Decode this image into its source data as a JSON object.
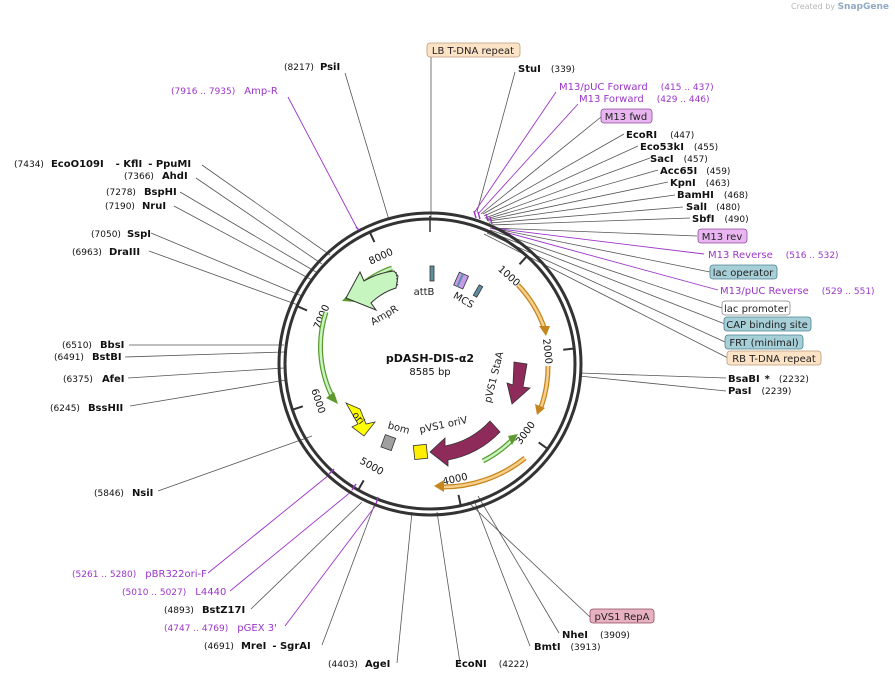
{
  "credit": {
    "prefix": "Created by",
    "brand": "SnapGene"
  },
  "map": {
    "name": "pDASH-DIS-α2",
    "size": "8585 bp",
    "total": 8585,
    "ticks": [
      {
        "bp": 1000,
        "label": "1000"
      },
      {
        "bp": 2000,
        "label": "2000"
      },
      {
        "bp": 3000,
        "label": "3000"
      },
      {
        "bp": 4000,
        "label": "4000"
      },
      {
        "bp": 5000,
        "label": "5000"
      },
      {
        "bp": 6000,
        "label": "6000"
      },
      {
        "bp": 7000,
        "label": "7000"
      },
      {
        "bp": 8000,
        "label": "8000"
      }
    ]
  },
  "enzymes": [
    {
      "id": "psii",
      "name": "PsiI",
      "pos": "(8217)",
      "side": "left"
    },
    {
      "id": "stui",
      "name": "StuI",
      "pos": "(339)",
      "side": "right"
    },
    {
      "id": "ecori",
      "name": "EcoRI",
      "pos": "(447)",
      "side": "right"
    },
    {
      "id": "eco53ki",
      "name": "Eco53kI",
      "pos": "(455)",
      "side": "right"
    },
    {
      "id": "saci",
      "name": "SacI",
      "pos": "(457)",
      "side": "right"
    },
    {
      "id": "acc65i",
      "name": "Acc65I",
      "pos": "(459)",
      "side": "right"
    },
    {
      "id": "kpni",
      "name": "KpnI",
      "pos": "(463)",
      "side": "right"
    },
    {
      "id": "bamhi",
      "name": "BamHI",
      "pos": "(468)",
      "side": "right"
    },
    {
      "id": "sali",
      "name": "SalI",
      "pos": "(480)",
      "side": "right"
    },
    {
      "id": "sbfi",
      "name": "SbfI",
      "pos": "(490)",
      "side": "right"
    },
    {
      "id": "bsabi",
      "name": "BsaBI",
      "star": "*",
      "pos": "(2232)",
      "side": "right"
    },
    {
      "id": "pasi",
      "name": "PasI",
      "pos": "(2239)",
      "side": "right"
    },
    {
      "id": "nhei",
      "name": "NheI",
      "pos": "(3909)",
      "side": "right"
    },
    {
      "id": "bmti",
      "name": "BmtI",
      "pos": "(3913)",
      "side": "right"
    },
    {
      "id": "econi",
      "name": "EcoNI",
      "pos": "(4222)",
      "side": "right"
    },
    {
      "id": "agei",
      "name": "AgeI",
      "pos": "(4403)",
      "side": "left"
    },
    {
      "id": "srgai",
      "name": "MreI",
      "extra": "- SgrAI",
      "pos": "(4691)",
      "side": "left"
    },
    {
      "id": "bstz17i",
      "name": "BstZ17I",
      "pos": "(4893)",
      "side": "left"
    },
    {
      "id": "nsii",
      "name": "NsiI",
      "pos": "(5846)",
      "side": "left"
    },
    {
      "id": "bsshii",
      "name": "BssHII",
      "pos": "(6245)",
      "side": "left"
    },
    {
      "id": "afei",
      "name": "AfeI",
      "pos": "(6375)",
      "side": "left"
    },
    {
      "id": "bstbi",
      "name": "BstBI",
      "pos": "(6491)",
      "side": "left"
    },
    {
      "id": "bbsi",
      "name": "BbsI",
      "pos": "(6510)",
      "side": "left"
    },
    {
      "id": "draiii",
      "name": "DraIII",
      "pos": "(6963)",
      "side": "left"
    },
    {
      "id": "sspi",
      "name": "SspI",
      "pos": "(7050)",
      "side": "left"
    },
    {
      "id": "nrui",
      "name": "NruI",
      "pos": "(7190)",
      "side": "left"
    },
    {
      "id": "bsphi",
      "name": "BspHI",
      "pos": "(7278)",
      "side": "left"
    },
    {
      "id": "ahdi",
      "name": "AhdI",
      "pos": "(7366)",
      "side": "left"
    },
    {
      "id": "eco0109i",
      "name": "EcoO109I",
      "extra": "- KflI",
      "extra2": "- PpuMI",
      "pos": "(7434)",
      "side": "left"
    }
  ],
  "primers": [
    {
      "id": "ampr",
      "name": "Amp-R",
      "pos": "(7916 .. 7935)"
    },
    {
      "id": "m13puc-fwd",
      "name": "M13/pUC Forward",
      "pos": "(415 .. 437)"
    },
    {
      "id": "m13-forward",
      "name": "M13 Forward",
      "pos": "(429 .. 446)"
    },
    {
      "id": "m13-reverse",
      "name": "M13 Reverse",
      "pos": "(516 .. 532)"
    },
    {
      "id": "m13puc-rev",
      "name": "M13/pUC Reverse",
      "pos": "(529 .. 551)"
    },
    {
      "id": "pbr322ori",
      "name": "pBR322ori-F",
      "pos": "(5261 .. 5280)"
    },
    {
      "id": "l4440",
      "name": "L4440",
      "pos": "(5010 .. 5027)"
    },
    {
      "id": "pgex3",
      "name": "pGEX 3'",
      "pos": "(4747 .. 4769)"
    }
  ],
  "boxes": [
    {
      "id": "lb-tdna",
      "label": "LB T-DNA repeat",
      "fill": "#fde3c6",
      "stroke": "#b99b7a"
    },
    {
      "id": "m13-fwd",
      "label": "M13 fwd",
      "fill": "#e8b5f0",
      "stroke": "#8c4aa0"
    },
    {
      "id": "m13-rev",
      "label": "M13 rev",
      "fill": "#e8b5f0",
      "stroke": "#8c4aa0"
    },
    {
      "id": "lac-operator",
      "label": "lac operator",
      "fill": "#a6cfd8",
      "stroke": "#4c8190"
    },
    {
      "id": "lac-promoter",
      "label": "lac promoter",
      "fill": "#ffffff",
      "stroke": "#888888"
    },
    {
      "id": "cap-site",
      "label": "CAP binding site",
      "fill": "#a6cfd8",
      "stroke": "#4c8190"
    },
    {
      "id": "frt",
      "label": "FRT (minimal)",
      "fill": "#a6cfd8",
      "stroke": "#4c8190"
    },
    {
      "id": "rb-tdna",
      "label": "RB T-DNA repeat",
      "fill": "#fde3c6",
      "stroke": "#b99b7a"
    },
    {
      "id": "pvs1-repa",
      "label": "pVS1 RepA",
      "fill": "#e8b1c1",
      "stroke": "#8e4a5c"
    }
  ],
  "features": [
    {
      "id": "ampr",
      "label": "AmpR",
      "color": "#c7f5c0"
    },
    {
      "id": "attb",
      "label": "attB",
      "color": "#5f8ea0"
    },
    {
      "id": "mcs",
      "label": "MCS",
      "color": "#c59cec"
    },
    {
      "id": "pvs1-staa",
      "label": "pVS1 StaA",
      "color": "#8e2b5a"
    },
    {
      "id": "pvs1-oriv",
      "label": "pVS1 oriV",
      "color": "#8e2b5a"
    },
    {
      "id": "ori",
      "label": "ori",
      "color": "#ffff00"
    },
    {
      "id": "bom",
      "label": "bom",
      "color": "#a0a0a0"
    },
    {
      "id": "yellow-box",
      "label": "",
      "color": "#ffee00"
    }
  ]
}
